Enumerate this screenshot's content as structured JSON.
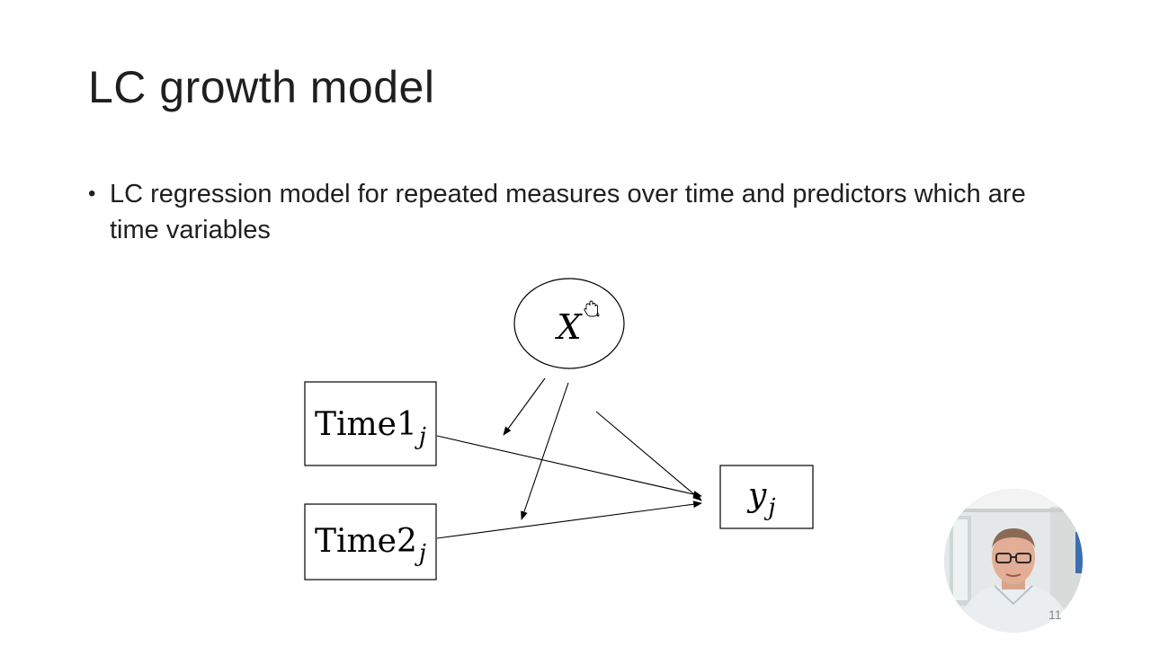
{
  "slide": {
    "title": "LC growth model",
    "bullet": "LC regression model for repeated measures over time and predictors which are time variables",
    "bullet_marker": "•",
    "slide_number": "11"
  },
  "diagram": {
    "latent": {
      "label": "X",
      "shape": "ellipse"
    },
    "nodes": [
      {
        "base": "Time1",
        "sub": "j"
      },
      {
        "base": "Time2",
        "sub": "j"
      },
      {
        "base": "y",
        "sub": "j"
      }
    ],
    "arrows": [
      {
        "from": "Time1_j",
        "to": "y_j"
      },
      {
        "from": "Time2_j",
        "to": "y_j"
      },
      {
        "from": "X",
        "to": "path Time1_j → y_j"
      },
      {
        "from": "X",
        "to": "path Time2_j → y_j"
      },
      {
        "from": "X",
        "to": "y_j"
      }
    ],
    "cursor_icon": "hand-cursor-icon"
  },
  "webcam": {
    "icon": "presenter-video-icon"
  },
  "colors": {
    "text": "#1f1f1f",
    "lines": "#000000",
    "background": "#ffffff"
  }
}
